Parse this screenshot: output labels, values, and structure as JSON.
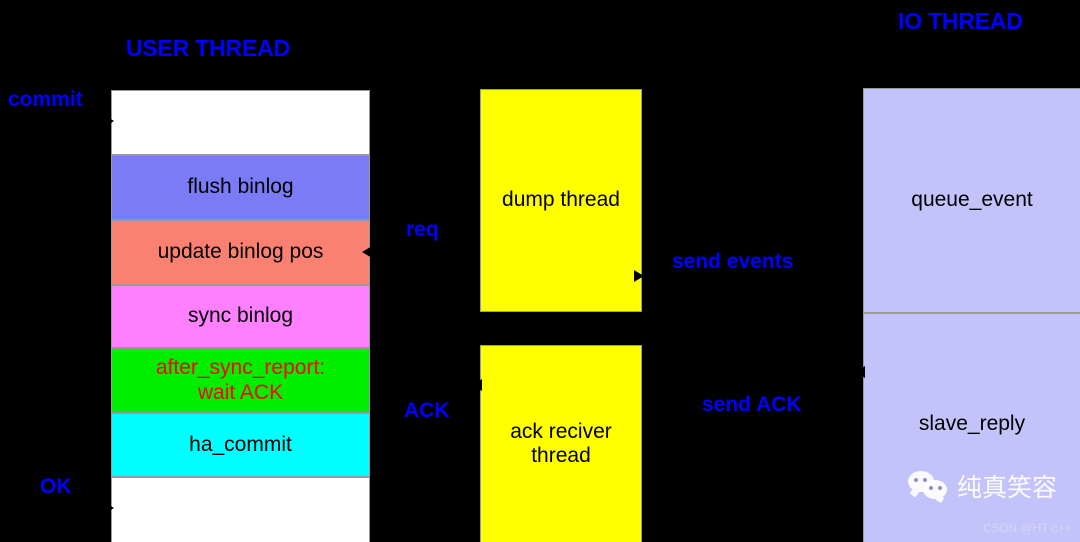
{
  "diagram": {
    "title_user_thread": "USER THREAD",
    "title_io_thread": "IO THREAD",
    "background": "#000000",
    "accent_label_color": "#0000FF"
  },
  "user_thread": {
    "segments": [
      {
        "label": "",
        "color": "#FFFFFF"
      },
      {
        "label": "flush binlog",
        "color": "#7B7BF5"
      },
      {
        "label": "update binlog pos",
        "color": "#FA8072"
      },
      {
        "label": "sync binlog",
        "color": "#FF80FF"
      },
      {
        "label": "after_sync_report:\nwait ACK",
        "color": "#00EE00",
        "text_color": "#FF0000"
      },
      {
        "label": "ha_commit",
        "color": "#00FFFF"
      },
      {
        "label": "",
        "color": "#FFFFFF"
      }
    ],
    "segment_labels": {
      "flush": "flush binlog",
      "update": "update binlog pos",
      "sync": "sync binlog",
      "aftersync_line1": "after_sync_report:",
      "aftersync_line2": "wait ACK",
      "hacommit": "ha_commit"
    }
  },
  "middle_thread": {
    "dump_thread": "dump thread",
    "ack_receiver_line1": "ack reciver",
    "ack_receiver_line2": "thread",
    "color": "#FFFF00"
  },
  "io_thread": {
    "queue_event": "queue_event",
    "slave_reply": "slave_reply",
    "color": "#C3C3FB"
  },
  "edge_labels": {
    "commit": "commit",
    "ok": "OK",
    "req": "req",
    "ack": "ACK",
    "send_events": "send events",
    "send_ack": "send ACK"
  },
  "watermark": {
    "name": "纯真笑容",
    "credit": "CSDN @HT c++"
  }
}
